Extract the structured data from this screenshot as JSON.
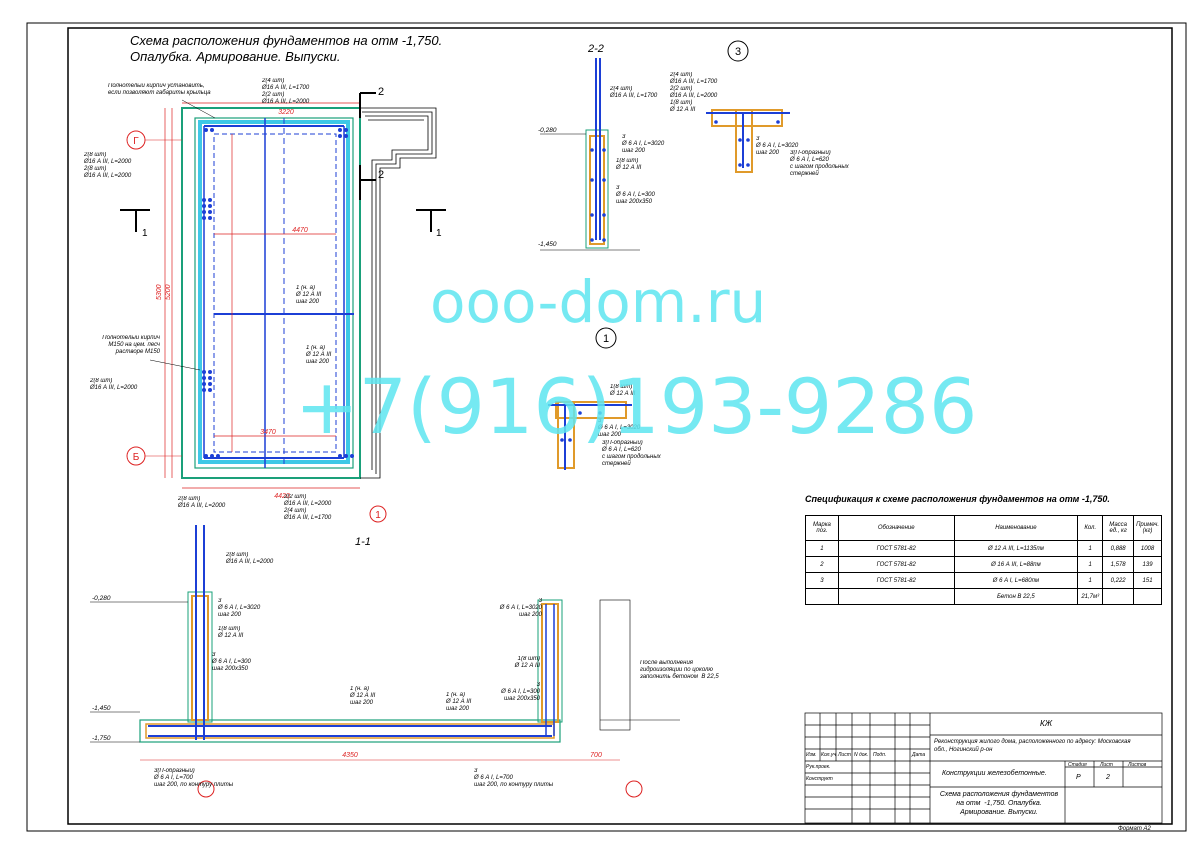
{
  "sheet": {
    "title_line1": "Схема расположения фундаментов на отм -1,750.",
    "title_line2": "Опалубка. Армирование. Выпуски.",
    "format": "Формат А2"
  },
  "section_labels": {
    "s22": "2-2",
    "n3": "3",
    "n1": "1",
    "s11": "1-1",
    "cut1": "1",
    "cut2": "2",
    "axisG": "Г",
    "axisB": "Б"
  },
  "plan": {
    "note_frame": "Полнотелый кирпич установить,\nесли позволяют габариты крыльца",
    "note_kirpich": "Полнотелый кирпич\nМ150 на цем. песч\nрастворе М150",
    "dim_overall_w": "4420",
    "dim_inner_w": "4470",
    "dim_inner_w2": "3470",
    "dim_h": "5300",
    "dim_h2": "5200",
    "dim_top": "3220",
    "bars_tl": "2(8 шт)\nØ16 А III, L=2000\n2(8 шт)\nØ16 А III, L=2000",
    "bars_top": "2(4 шт)\nØ16 А III, L=1700\n2(2 шт)\nØ16 А III, L=2000",
    "bars_left": "2(8 шт)\nØ16 А III, L=2000",
    "bars_bottom": "2(8 шт)\nØ16 А III, L=2000",
    "bars_br": "2(2 шт)\nØ16 А III, L=2000\n2(4 шт)\nØ16 А III, L=1700",
    "mesh1": "1 (н. а)\nØ 12 А III\nшаг 200",
    "mesh2": "1 (н. а)\nØ 12 А III\nшаг 200"
  },
  "section22": {
    "lvl_top": "-0,280",
    "lvl_bot": "-1,450",
    "bars": "2(4 шт)\nØ16 А III, L=1700",
    "stirrup": "3\nØ 6 А I, L=3020\nшаг 200",
    "long": "1(8 шт)\nØ 12 А III",
    "stirrup2": "3\nØ 6 А I, L=300\nшаг 200х350"
  },
  "node3": {
    "bars": "2(4 шт)\nØ16 А III, L=1700\n2(2 шт)\nØ16 А III, L=2000\n1(8 шт)\nØ 12 А III",
    "stirrup": "3\nØ 6 А I, L=3020\nшаг 200",
    "pshape": "3(П-образный)\nØ 6 А I, L=620\nс шагом продольных\nстержней"
  },
  "node1": {
    "bars": "1(8 шт)\nØ 12 А III",
    "stirrup": "3\nØ 6 А I, L=3020\nшаг 200",
    "pshape": "3(П-образный)\nØ 6 А I, L=620\nс шагом продольных\nстержней"
  },
  "section11": {
    "lvl_top": "-0,280",
    "lvl_mid": "-1,450",
    "lvl_bot": "-1,750",
    "bars_top": "2(8 шт)\nØ16 А III, L=2000",
    "stirrup_l": "3\nØ 6 А I, L=3020\nшаг 200",
    "long_l": "1(8 шт)\nØ 12 А III",
    "stirrup2_l": "3\nØ 6 А I, L=300\nшаг 200х350",
    "mesh_a": "1 (н. а)\nØ 12 А III\nшаг 200",
    "mesh_b": "1 (н. а)\nØ 12 А III\nшаг 200",
    "stirrup_r": "3\nØ 6 А I, L=3020\nшаг 200",
    "long_r": "1(8 шт)\nØ 12 А III",
    "stirrup2_r": "3\nØ 6 А I, L=300\nшаг 200х350",
    "note_r": "После выполнения\nгидроизоляции по цоколю\nзаполнить бетоном  В 22,5",
    "pshape_l": "3(П-образный)\nØ 6 А I, L=700\nшаг 200, по контуру плиты",
    "pshape_r": "3\nØ 6 А I, L=700\nшаг 200, по контуру плиты",
    "dim_len": "4350",
    "dim_700": "700"
  },
  "watermark": {
    "site": "ooo-dom.ru",
    "phone": "+7(916)193-9286"
  },
  "spec": {
    "title": "Спецификация к схеме расположения фундаментов на отм  -1,750.",
    "headers": [
      "Марка поз.",
      "Обозначение",
      "Наименование",
      "Кол.",
      "Масса ед., кг",
      "Примеч. (кг)"
    ],
    "rows": [
      [
        "1",
        "ГОСТ 5781-82",
        "Ø 12 А III, L=1135пм",
        "1",
        "0,888",
        "1008"
      ],
      [
        "2",
        "ГОСТ 5781-82",
        "Ø 16 А III, L=88пм",
        "1",
        "1,578",
        "139"
      ],
      [
        "3",
        "ГОСТ 5781-82",
        "Ø 6 А I, L=680пм",
        "1",
        "0,222",
        "151"
      ],
      [
        "",
        "",
        "Бетон В 22,5",
        "21,7м³",
        "",
        ""
      ]
    ]
  },
  "titleblock": {
    "code": "КЖ",
    "project": "Реконструкция жилого дома, расположенного по адресу: Московская\nобл., Ногинский р-он",
    "section": "Конструкции железобетонные.",
    "drawing": "Схема расположения фундаментов\nна отм  -1,750. Опалубка.\nАрмирование. Выпуски.",
    "h_izm": "Изм.",
    "h_koluch": "Кол.уч",
    "h_list": "Лист",
    "h_ndok": "N док.",
    "h_podp": "Подп.",
    "h_data": "Дата",
    "h_rukproj": "Рук.проек.",
    "h_konstr": "Конструкт",
    "h_stadiya": "Стадия",
    "h_list2": "Лист",
    "h_listov": "Листов",
    "stadiya": "Р",
    "list": "2"
  }
}
